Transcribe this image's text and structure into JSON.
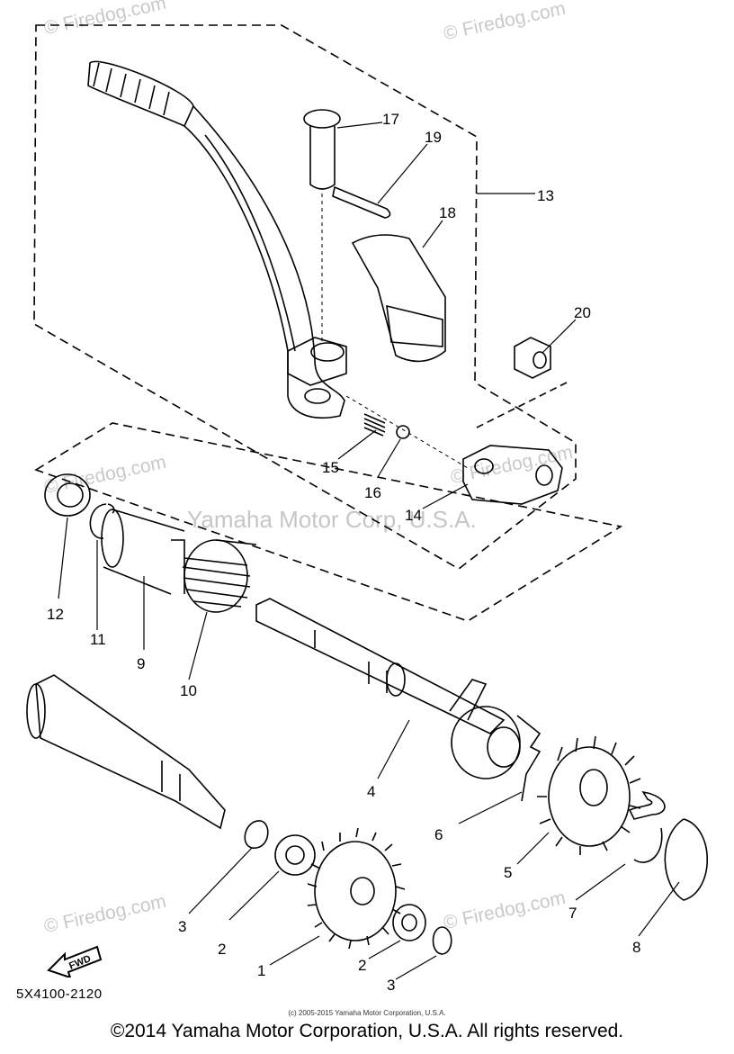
{
  "watermarks": {
    "site": "© Firedog.com",
    "center": "Yamaha Motor Corp, U.S.A."
  },
  "labels": {
    "p1": "1",
    "p2a": "2",
    "p2b": "2",
    "p3a": "3",
    "p3b": "3",
    "p4": "4",
    "p5": "5",
    "p6": "6",
    "p7": "7",
    "p8": "8",
    "p9": "9",
    "p10": "10",
    "p11": "11",
    "p12": "12",
    "p13": "13",
    "p14": "14",
    "p15": "15",
    "p16": "16",
    "p17": "17",
    "p18": "18",
    "p19": "19",
    "p20": "20"
  },
  "fwd_label": "FWD",
  "diagram_code": "5X4100-2120",
  "small_copyright": "(c) 2005-2015 Yamaha Motor Corporation, U.S.A.",
  "copyright": "©2014 Yamaha Motor Corporation, U.S.A. All rights reserved."
}
